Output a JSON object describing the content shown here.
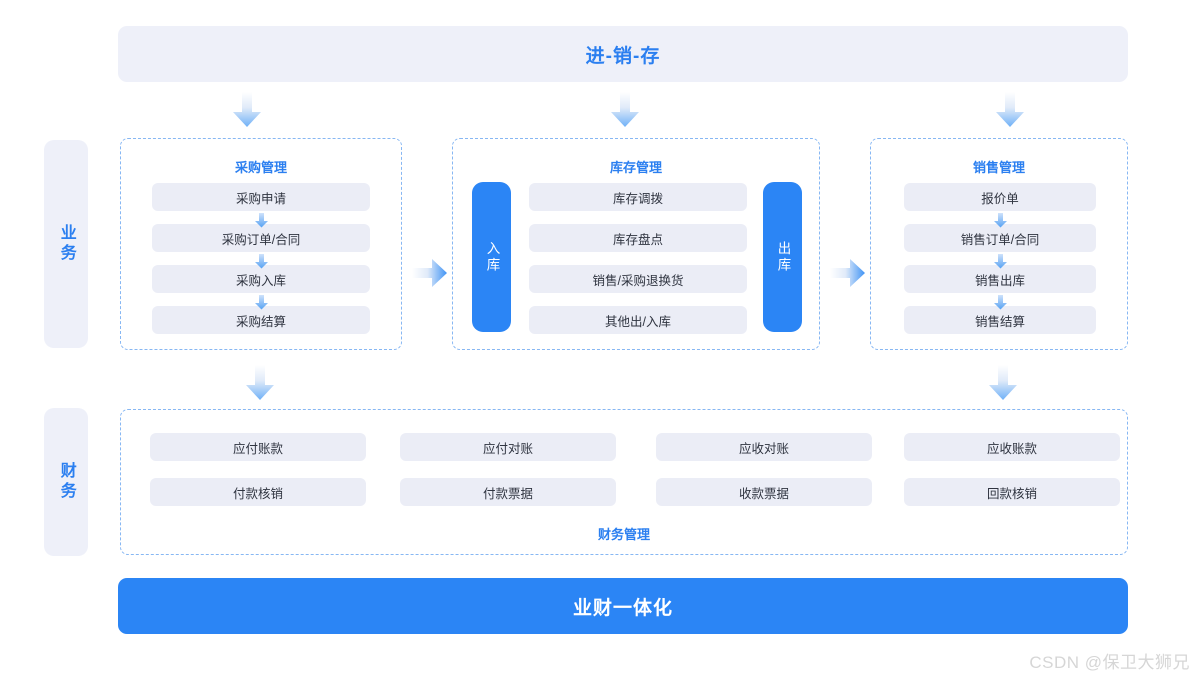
{
  "banners": {
    "top": "进-销-存",
    "bottom": "业财一体化"
  },
  "side_tabs": {
    "business": "业务",
    "finance": "财务"
  },
  "groups": {
    "purchase": {
      "title": "采购管理",
      "items": [
        "采购申请",
        "采购订单/合同",
        "采购入库",
        "采购结算"
      ]
    },
    "inventory": {
      "title": "库存管理",
      "in_tab": "入库",
      "out_tab": "出库",
      "items": [
        "库存调拨",
        "库存盘点",
        "销售/采购退换货",
        "其他出/入库"
      ]
    },
    "sales": {
      "title": "销售管理",
      "items": [
        "报价单",
        "销售订单/合同",
        "销售出库",
        "销售结算"
      ]
    },
    "finance": {
      "title": "财务管理",
      "row1": [
        "应付账款",
        "应付对账",
        "应收对账",
        "应收账款"
      ],
      "row2": [
        "付款核销",
        "付款票据",
        "收款票据",
        "回款核销"
      ]
    }
  },
  "watermark": "CSDN @保卫大狮兄",
  "colors": {
    "accent_blue": "#2b85f5",
    "title_blue": "#2b7ff0",
    "chip_bg": "#ebedf6",
    "banner_bg": "#eef0f9",
    "dashed_border": "#87b7f3"
  }
}
